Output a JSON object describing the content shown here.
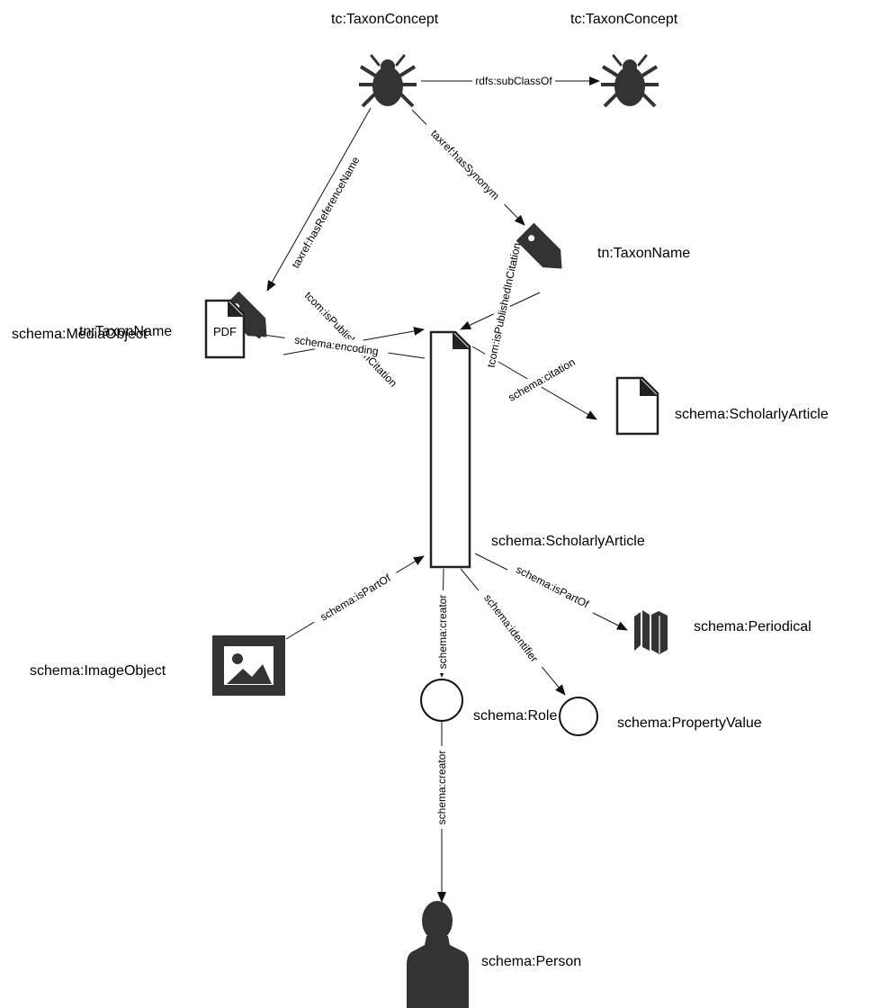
{
  "nodes": {
    "taxon_concept_1": "tc:TaxonConcept",
    "taxon_concept_2": "tc:TaxonConcept",
    "taxon_name_right": "tn:TaxonName",
    "taxon_name_left": "tn:TaxonName",
    "scholarly_article_cited": "schema:ScholarlyArticle",
    "scholarly_article_main": "schema:ScholarlyArticle",
    "media_object": "schema:MediaObject",
    "image_object": "schema:ImageObject",
    "periodical": "schema:Periodical",
    "property_value": "schema:PropertyValue",
    "role": "schema:Role",
    "person": "schema:Person"
  },
  "edges": {
    "subclass_of": "rdfs:subClassOf",
    "has_reference_name": "taxref:hasReferenceName",
    "has_synonym": "taxref:hasSynonym",
    "published_in_citation_left": "tcom:isPublishedInCitation",
    "published_in_citation_right": "tcom:isPublishedInCitation",
    "citation": "schema:citation",
    "encoding": "schema:encoding",
    "is_part_of_image": "schema:isPartOf",
    "is_part_of_periodical": "schema:isPartOf",
    "identifier": "schema:identifier",
    "creator_article": "schema:creator",
    "creator_role": "schema:creator"
  },
  "icons": {
    "pdf_text": "PDF",
    "taxon_concept": "bug-icon",
    "taxon_name": "tag-icon",
    "scholarly_article": "document-icon",
    "media_object": "pdf-icon",
    "image_object": "image-icon",
    "periodical": "books-icon",
    "property_value": "circle-icon",
    "role": "circle-icon",
    "person": "person-icon"
  },
  "colors": {
    "icon": "#333333",
    "line": "#111111"
  }
}
